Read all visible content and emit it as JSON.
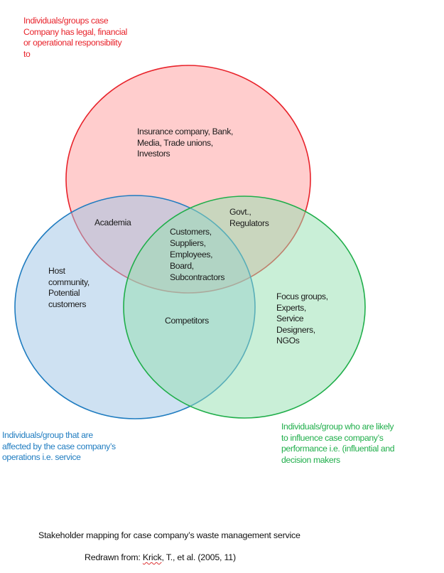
{
  "circles": {
    "top": {
      "label": "Individuals/groups case\nCompany has legal, financial\nor operational responsibility\nto",
      "fill": "#ff9c9c",
      "stroke": "#e8222a"
    },
    "left": {
      "label": "Individuals/group that are\naffected by the case company’s\noperations i.e. service",
      "fill": "#9dc3e6",
      "stroke": "#1f7cc0"
    },
    "right": {
      "label": "Individuals/group who are likely\nto influence case company’s\nperformance i.e. (influential and\ndecision makers",
      "fill": "#93dfb0",
      "stroke": "#1fae4a"
    }
  },
  "regions": {
    "top_only": "Insurance company, Bank,\nMedia, Trade unions,\nInvestors",
    "top_left": "Academia",
    "top_right": "Govt.,\nRegulators",
    "center": "Customers,\nSuppliers,\nEmployees,\nBoard,\nSubcontractors",
    "left_only": "Host\ncommunity,\nPotential\ncustomers",
    "left_right": "Competitors",
    "right_only": "Focus groups,\nExperts,\nService\nDesigners,\nNGOs"
  },
  "caption": {
    "title": "Stakeholder mapping for case company’s waste management service",
    "source_prefix": "Redrawn from: ",
    "source_author": "Krick",
    "source_rest": ", T., et al. (2005, 11)"
  }
}
